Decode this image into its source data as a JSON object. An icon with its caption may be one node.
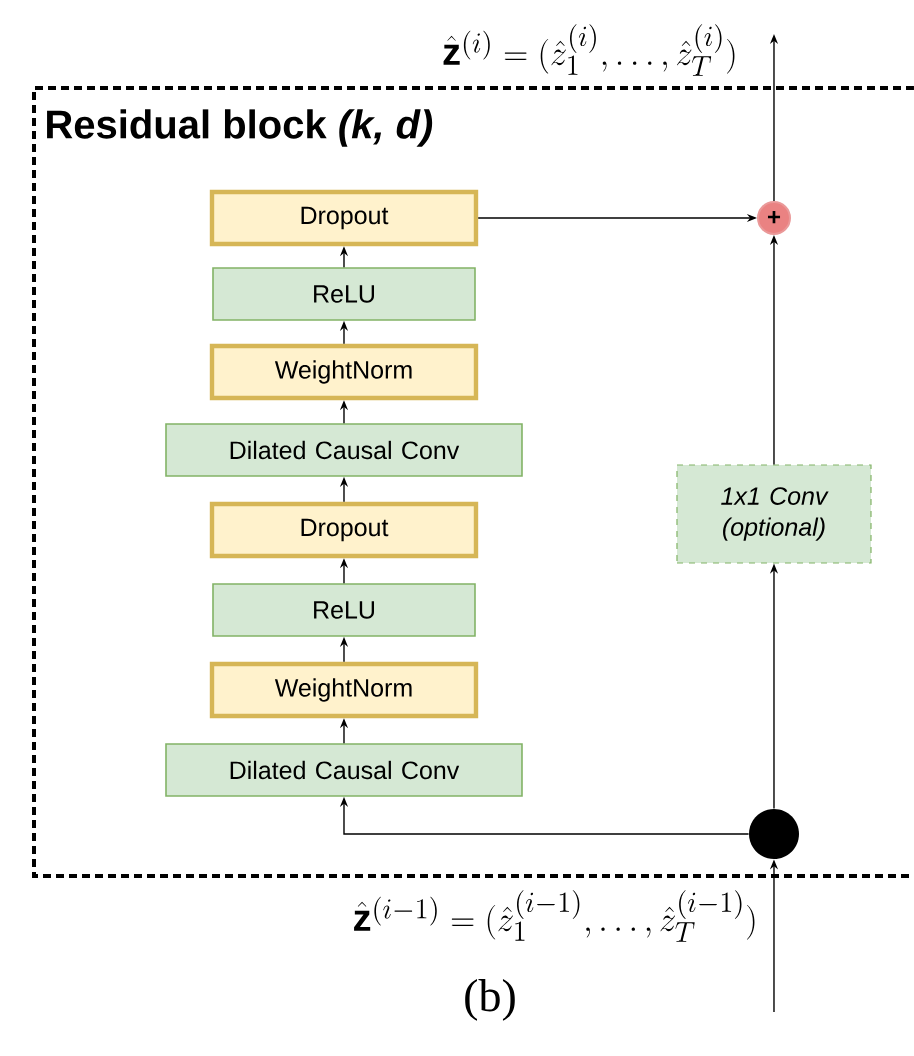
{
  "diagram": {
    "caption": "(b)",
    "nodes": [
      {
        "text": [
          "Residual block *(k, d)*"
        ]
      },
      {
        "text": [
          "Dilated Causal Conv"
        ],
        "in": 0
      },
      {
        "text": [
          "WeightNorm"
        ],
        "in": 0
      },
      {
        "text": [
          "ReLU"
        ],
        "in": 0
      },
      {
        "text": [
          "Dropout"
        ],
        "in": 0
      },
      {
        "text": [
          "Dilated Causal Conv"
        ],
        "in": 0
      },
      {
        "text": [
          "WeightNorm"
        ],
        "in": 0
      },
      {
        "text": [
          "ReLU"
        ],
        "in": 0
      },
      {
        "text": [
          "Dropout"
        ],
        "in": 0
      },
      {
        "text": [
          "1x1 Conv (optional)"
        ],
        "in": 0
      },
      {
        "text": [
          "+"
        ],
        "in": 0
      },
      {
        "text": [],
        "shape": "circle",
        "in": 0
      }
    ],
    "edges": [
      {
        "from": 11,
        "to": 1,
        "arrow": "to"
      },
      {
        "from": 1,
        "to": 2,
        "arrow": "to"
      },
      {
        "from": 2,
        "to": 3,
        "arrow": "to"
      },
      {
        "from": 3,
        "to": 4,
        "arrow": "to"
      },
      {
        "from": 4,
        "to": 5,
        "arrow": "to"
      },
      {
        "from": 5,
        "to": 6,
        "arrow": "to"
      },
      {
        "from": 6,
        "to": 7,
        "arrow": "to"
      },
      {
        "from": 7,
        "to": 8,
        "arrow": "to"
      },
      {
        "from": 8,
        "to": 10,
        "arrow": "to"
      },
      {
        "from": 11,
        "to": 9,
        "arrow": "to"
      },
      {
        "from": 9,
        "to": 10,
        "arrow": "to"
      },
      {
        "from": 10,
        "to": null,
        "arrow": "to"
      },
      {
        "from": null,
        "to": 11,
        "arrow": "to"
      }
    ],
    "labels": [
      "\\hat{\\mathbf{z}}^{(i)} = (\\hat{z}_1^{(i)}, \\ldots, \\hat{z}_T^{(i)})",
      "\\hat{\\mathbf{z}}^{(i-1)} = (\\hat{z}_1^{(i-1)}, \\ldots, \\hat{z}_T^{(i-1)})"
    ]
  }
}
